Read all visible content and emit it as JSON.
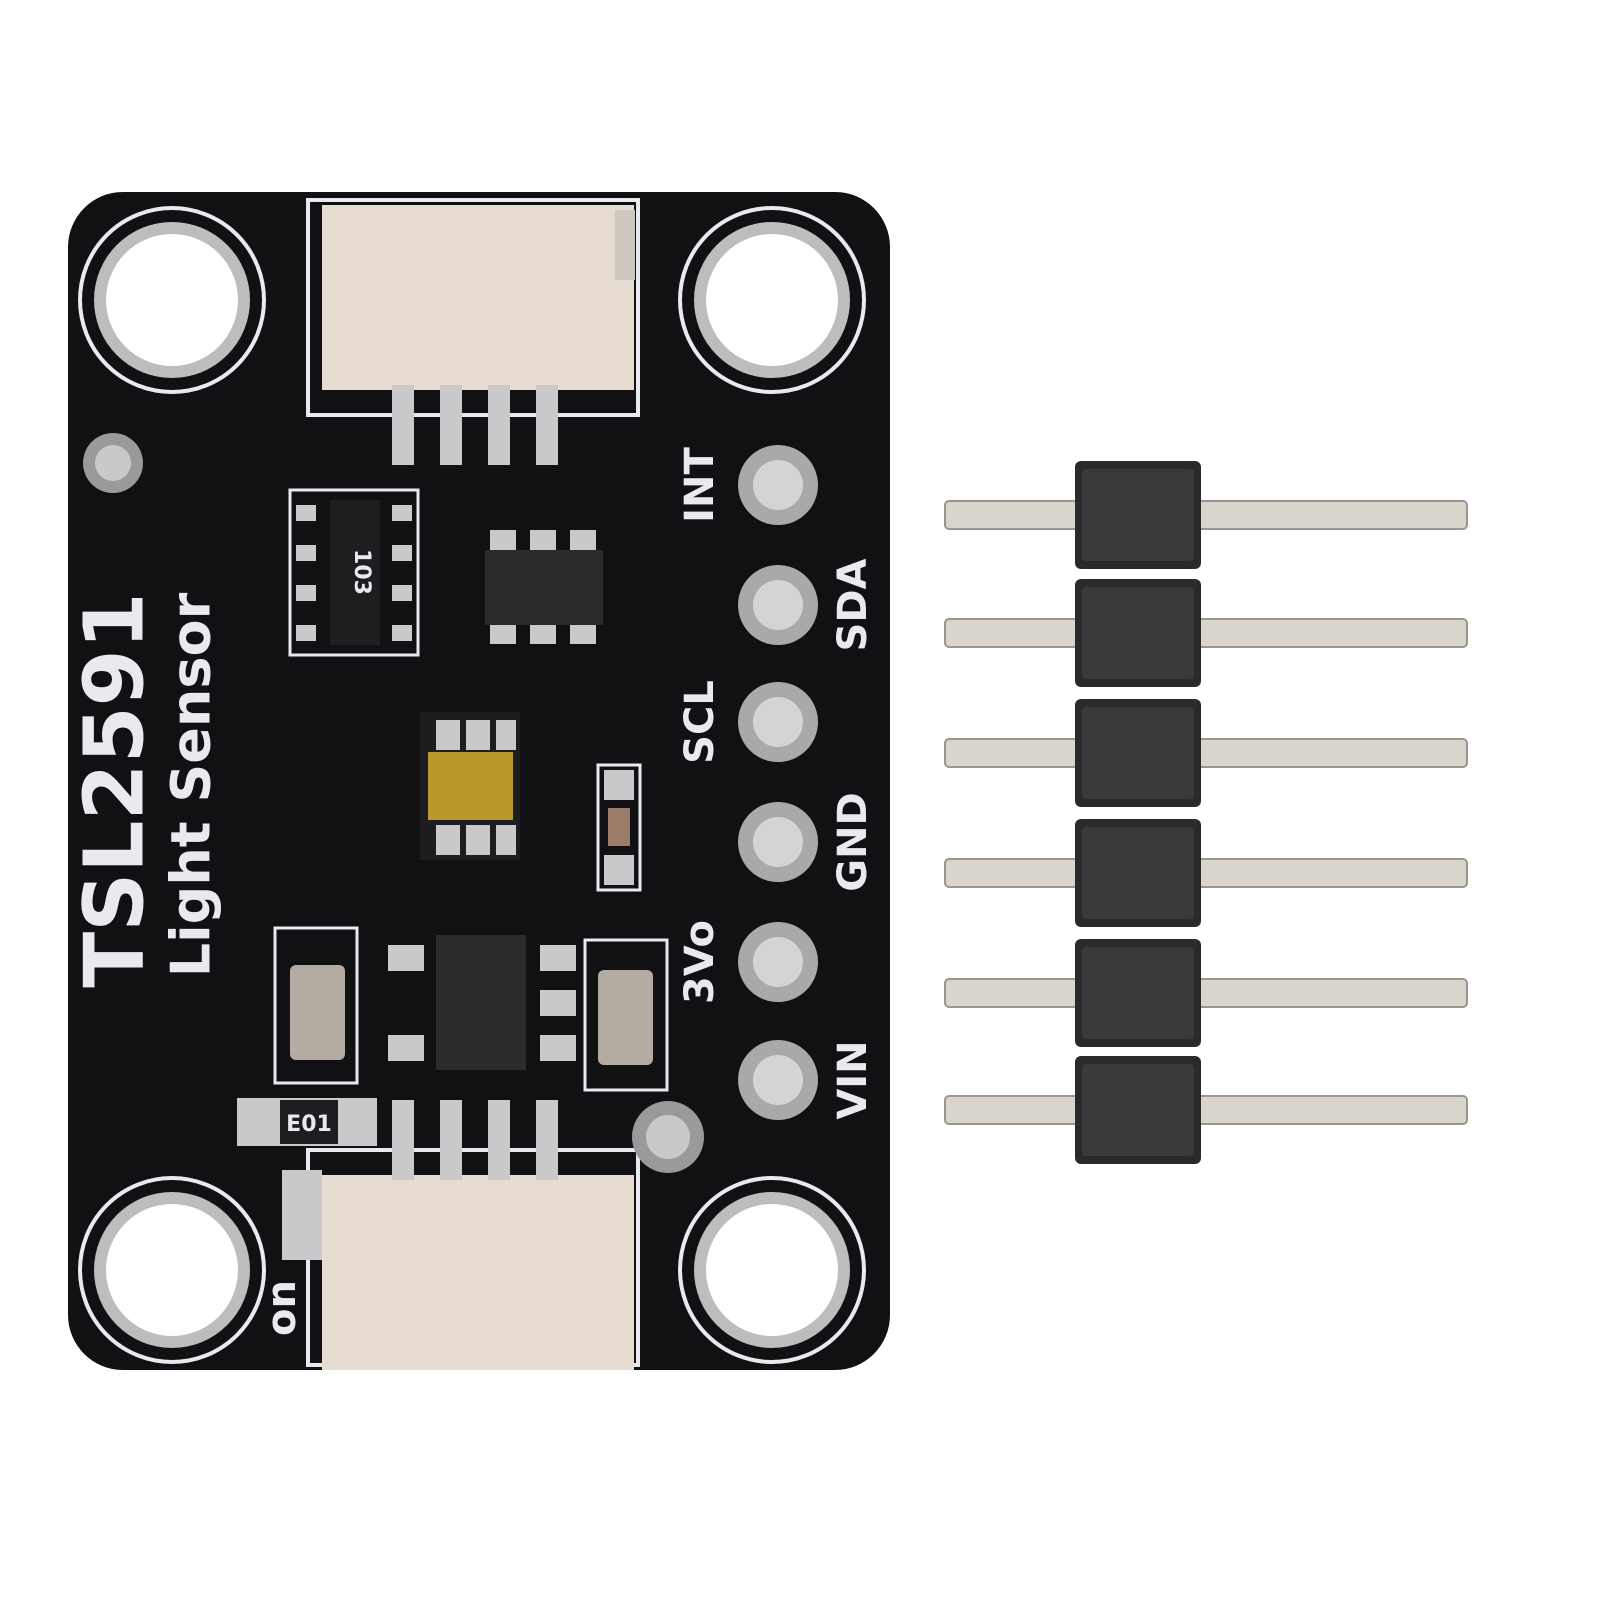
{
  "board": {
    "title": "TSL2591",
    "subtitle": "Light Sensor",
    "pins": [
      "INT",
      "SDA",
      "SCL",
      "GND",
      "3Vo",
      "VIN"
    ],
    "resistor_top": "103",
    "resistor_bottom": "E01",
    "led_label": "on"
  },
  "colors": {
    "pcb": "#111114",
    "silkscreen": "#e8eaf0",
    "pad": "#c9c9cb",
    "connector": "#e6dcd2",
    "sensor": "#b89a2a",
    "header_plastic": "#2a2a2c",
    "pin_metal": "#d9d4cc"
  }
}
